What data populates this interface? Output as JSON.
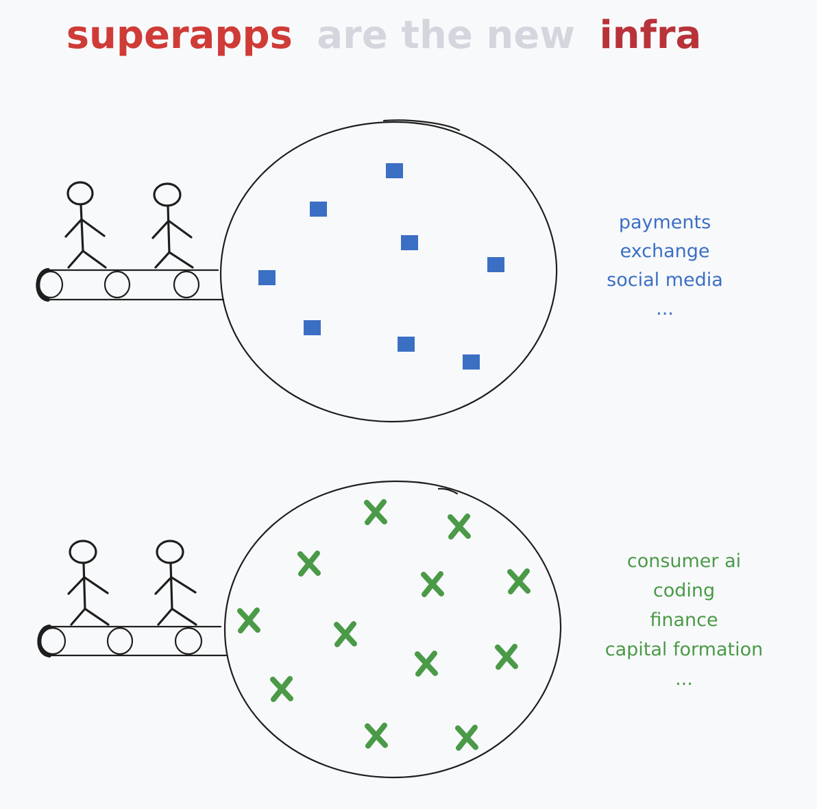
{
  "title": {
    "parts": [
      {
        "text": "superapps",
        "color": "#cf3b36"
      },
      {
        "text": "are the new",
        "color": "#d3d7dd"
      },
      {
        "text": "infra",
        "color": "#b8323a"
      }
    ]
  },
  "panels": [
    {
      "marker": "square",
      "color": "#3b6fc4",
      "labels": [
        "payments",
        "exchange",
        "social media",
        "..."
      ]
    },
    {
      "marker": "cross",
      "color": "#4a9a47",
      "labels": [
        "consumer ai",
        "coding",
        "finance",
        "capital formation",
        "..."
      ]
    }
  ],
  "icons": {
    "person": "stick-figure-icon",
    "conveyor": "conveyor-belt-icon",
    "square": "square-marker-icon",
    "cross": "cross-marker-icon"
  }
}
